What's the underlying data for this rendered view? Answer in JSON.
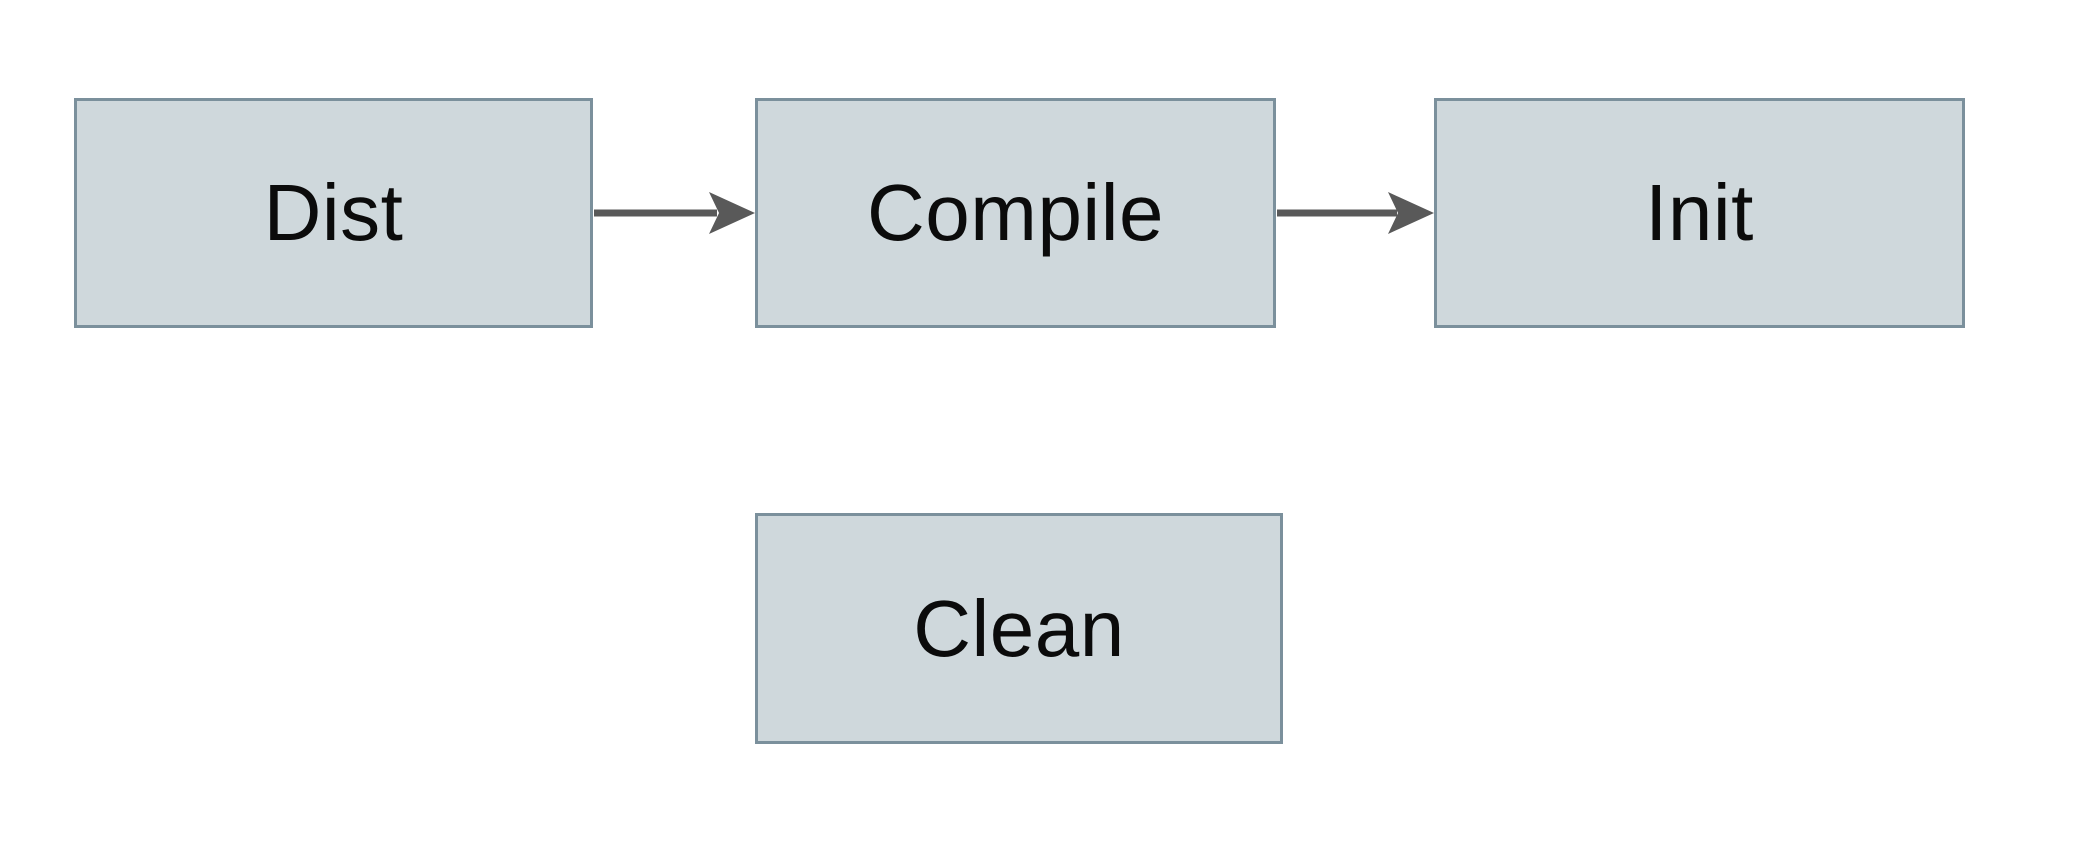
{
  "diagram": {
    "nodes": [
      {
        "id": "dist",
        "label": "Dist"
      },
      {
        "id": "compile",
        "label": "Compile"
      },
      {
        "id": "init",
        "label": "Init"
      },
      {
        "id": "clean",
        "label": "Clean"
      }
    ],
    "edges": [
      {
        "from": "Dist",
        "to": "Compile"
      },
      {
        "from": "Compile",
        "to": "Init"
      }
    ]
  },
  "colors": {
    "background": "#ffffff",
    "node_fill": "#cfd8dc",
    "node_border": "#7b909c",
    "arrow": "#595959",
    "text": "#0b0b0b"
  }
}
